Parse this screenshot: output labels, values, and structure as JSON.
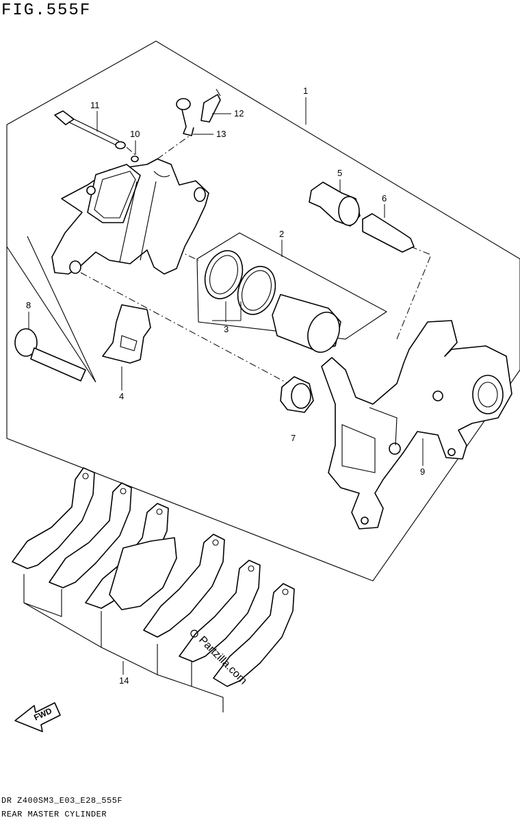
{
  "figure": {
    "title": "FIG.555F",
    "model_code": "DR Z400SM3_E03_E28_555F",
    "assembly_name": "REAR MASTER CYLINDER"
  },
  "callouts": [
    {
      "id": "1",
      "label": "1"
    },
    {
      "id": "2",
      "label": "2"
    },
    {
      "id": "3",
      "label": "3"
    },
    {
      "id": "4",
      "label": "4"
    },
    {
      "id": "5",
      "label": "5"
    },
    {
      "id": "6",
      "label": "6"
    },
    {
      "id": "7",
      "label": "7"
    },
    {
      "id": "8",
      "label": "8"
    },
    {
      "id": "9",
      "label": "9"
    },
    {
      "id": "10",
      "label": "10"
    },
    {
      "id": "11",
      "label": "11"
    },
    {
      "id": "12",
      "label": "12"
    },
    {
      "id": "13",
      "label": "13"
    },
    {
      "id": "14",
      "label": "14"
    }
  ],
  "direction_marker": {
    "label": "FWD"
  },
  "watermark": {
    "text": "Partzilla.com"
  }
}
